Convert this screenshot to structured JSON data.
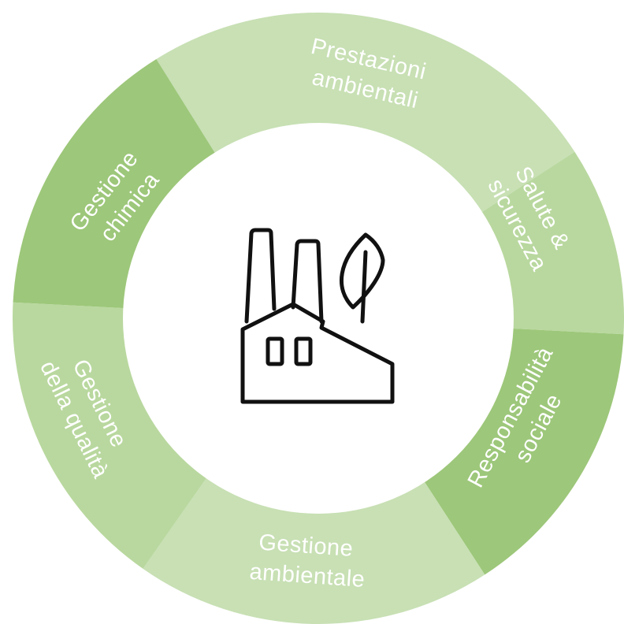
{
  "segments": [
    {
      "lines": [
        "Prestazioni",
        "ambientali"
      ],
      "color": "#c8e0b4"
    },
    {
      "lines": [
        "Salute &",
        "sicurezza"
      ],
      "color": "#b9d89f"
    },
    {
      "lines": [
        "Responsabilità",
        "sociale"
      ],
      "color": "#9dc77a"
    },
    {
      "lines": [
        "Gestione",
        "ambientale"
      ],
      "color": "#c8e0b4"
    },
    {
      "lines": [
        "Gestione",
        "della qualità"
      ],
      "color": "#b9d89f"
    },
    {
      "lines": [
        "Gestione",
        "chimica"
      ],
      "color": "#9dc77a"
    }
  ],
  "center": {
    "icon": "factory-leaf-icon",
    "background": "#ffffff"
  }
}
